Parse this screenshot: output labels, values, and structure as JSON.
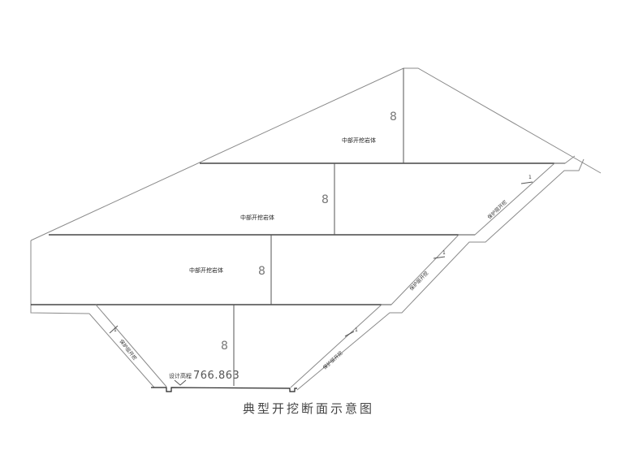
{
  "figure": {
    "caption": "典型开挖断面示意图",
    "design_elevation_label": "设计高程",
    "design_elevation_value": "766.863"
  },
  "zones": [
    {
      "id": "upper",
      "label": "中部开挖岩体",
      "height_mark": "8"
    },
    {
      "id": "middle-upper",
      "label": "中部开挖岩体",
      "height_mark": "8"
    },
    {
      "id": "middle-lower",
      "label": "中部开挖岩体",
      "height_mark": "8"
    },
    {
      "id": "bottom",
      "label": "",
      "height_mark": "8"
    }
  ],
  "protection_layers": [
    {
      "label": "保护层开挖",
      "thickness": "1"
    },
    {
      "label": "保护层开挖",
      "thickness": "1"
    },
    {
      "label": "保护层开挖",
      "thickness": "1"
    },
    {
      "label": "保护层开挖",
      "thickness": "1"
    },
    {
      "label": "保护层开挖",
      "thickness": "1"
    }
  ],
  "colors": {
    "line_dark": "#222222",
    "line_light": "#8a8a8a",
    "text": "#444444"
  }
}
